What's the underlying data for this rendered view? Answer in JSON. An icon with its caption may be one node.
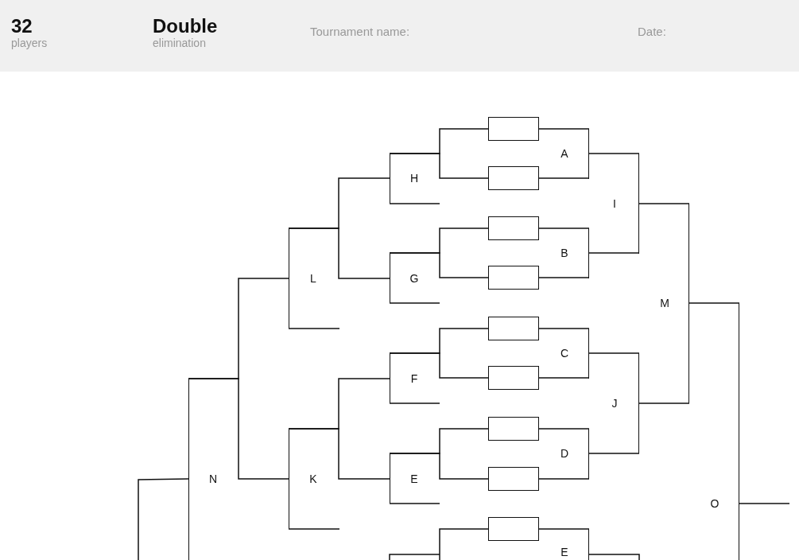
{
  "diagram": {
    "nodes": [
      {
        "text": [],
        "shape": "box"
      },
      {
        "text": [],
        "shape": "box"
      },
      {
        "text": [],
        "shape": "box"
      },
      {
        "text": [],
        "shape": "box"
      },
      {
        "text": [],
        "shape": "box"
      },
      {
        "text": [],
        "shape": "box"
      },
      {
        "text": [],
        "shape": "box"
      },
      {
        "text": [],
        "shape": "box"
      },
      {
        "text": [],
        "shape": "box"
      },
      {
        "text": [
          "A"
        ]
      },
      {
        "text": [
          "B"
        ]
      },
      {
        "text": [
          "C"
        ]
      },
      {
        "text": [
          "D"
        ]
      },
      {
        "text": [
          "E"
        ]
      },
      {
        "text": [
          "I"
        ]
      },
      {
        "text": [
          "J"
        ]
      },
      {
        "text": [
          "M"
        ]
      },
      {
        "text": [
          "O"
        ]
      },
      {
        "text": [
          "H"
        ]
      },
      {
        "text": [
          "G"
        ]
      },
      {
        "text": [
          "F"
        ]
      },
      {
        "text": [
          "E"
        ]
      },
      {
        "text": [
          "L"
        ]
      },
      {
        "text": [
          "K"
        ]
      },
      {
        "text": [
          "N"
        ]
      }
    ],
    "edges": [
      {
        "from": 0,
        "to": 9,
        "arrow": "none"
      },
      {
        "from": 1,
        "to": 9,
        "arrow": "none"
      },
      {
        "from": 2,
        "to": 10,
        "arrow": "none"
      },
      {
        "from": 3,
        "to": 10,
        "arrow": "none"
      },
      {
        "from": 4,
        "to": 11,
        "arrow": "none"
      },
      {
        "from": 5,
        "to": 11,
        "arrow": "none"
      },
      {
        "from": 6,
        "to": 12,
        "arrow": "none"
      },
      {
        "from": 7,
        "to": 12,
        "arrow": "none"
      },
      {
        "from": 8,
        "to": 13,
        "arrow": "none"
      },
      {
        "from": 9,
        "to": 14,
        "arrow": "none"
      },
      {
        "from": 10,
        "to": 14,
        "arrow": "none"
      },
      {
        "from": 11,
        "to": 15,
        "arrow": "none"
      },
      {
        "from": 12,
        "to": 15,
        "arrow": "none"
      },
      {
        "from": 14,
        "to": 16,
        "arrow": "none"
      },
      {
        "from": 15,
        "to": 16,
        "arrow": "none"
      },
      {
        "from": 16,
        "to": 17,
        "arrow": "none"
      },
      {
        "from": 17,
        "to": null,
        "arrow": "none"
      },
      {
        "from": 13,
        "to": null,
        "arrow": "none"
      },
      {
        "from": 0,
        "to": 18,
        "arrow": "none"
      },
      {
        "from": 1,
        "to": 18,
        "arrow": "none"
      },
      {
        "from": 2,
        "to": 19,
        "arrow": "none"
      },
      {
        "from": 3,
        "to": 19,
        "arrow": "none"
      },
      {
        "from": 4,
        "to": 20,
        "arrow": "none"
      },
      {
        "from": 5,
        "to": 20,
        "arrow": "none"
      },
      {
        "from": 6,
        "to": 21,
        "arrow": "none"
      },
      {
        "from": 7,
        "to": 21,
        "arrow": "none"
      },
      {
        "from": 8,
        "to": null,
        "arrow": "none"
      },
      {
        "from": null,
        "to": 18,
        "arrow": "none"
      },
      {
        "from": null,
        "to": 19,
        "arrow": "none"
      },
      {
        "from": null,
        "to": 20,
        "arrow": "none"
      },
      {
        "from": null,
        "to": 21,
        "arrow": "none"
      },
      {
        "from": 18,
        "to": 22,
        "arrow": "none"
      },
      {
        "from": 19,
        "to": 22,
        "arrow": "none"
      },
      {
        "from": 20,
        "to": 23,
        "arrow": "none"
      },
      {
        "from": 21,
        "to": 23,
        "arrow": "none"
      },
      {
        "from": null,
        "to": 22,
        "arrow": "none"
      },
      {
        "from": null,
        "to": 23,
        "arrow": "none"
      },
      {
        "from": 22,
        "to": 24,
        "arrow": "none"
      },
      {
        "from": 23,
        "to": 24,
        "arrow": "none"
      },
      {
        "from": 24,
        "to": null,
        "arrow": "none"
      }
    ],
    "labels": [
      "32",
      "players",
      "Double",
      "elimination",
      "Tournament name:",
      "Date:"
    ]
  }
}
